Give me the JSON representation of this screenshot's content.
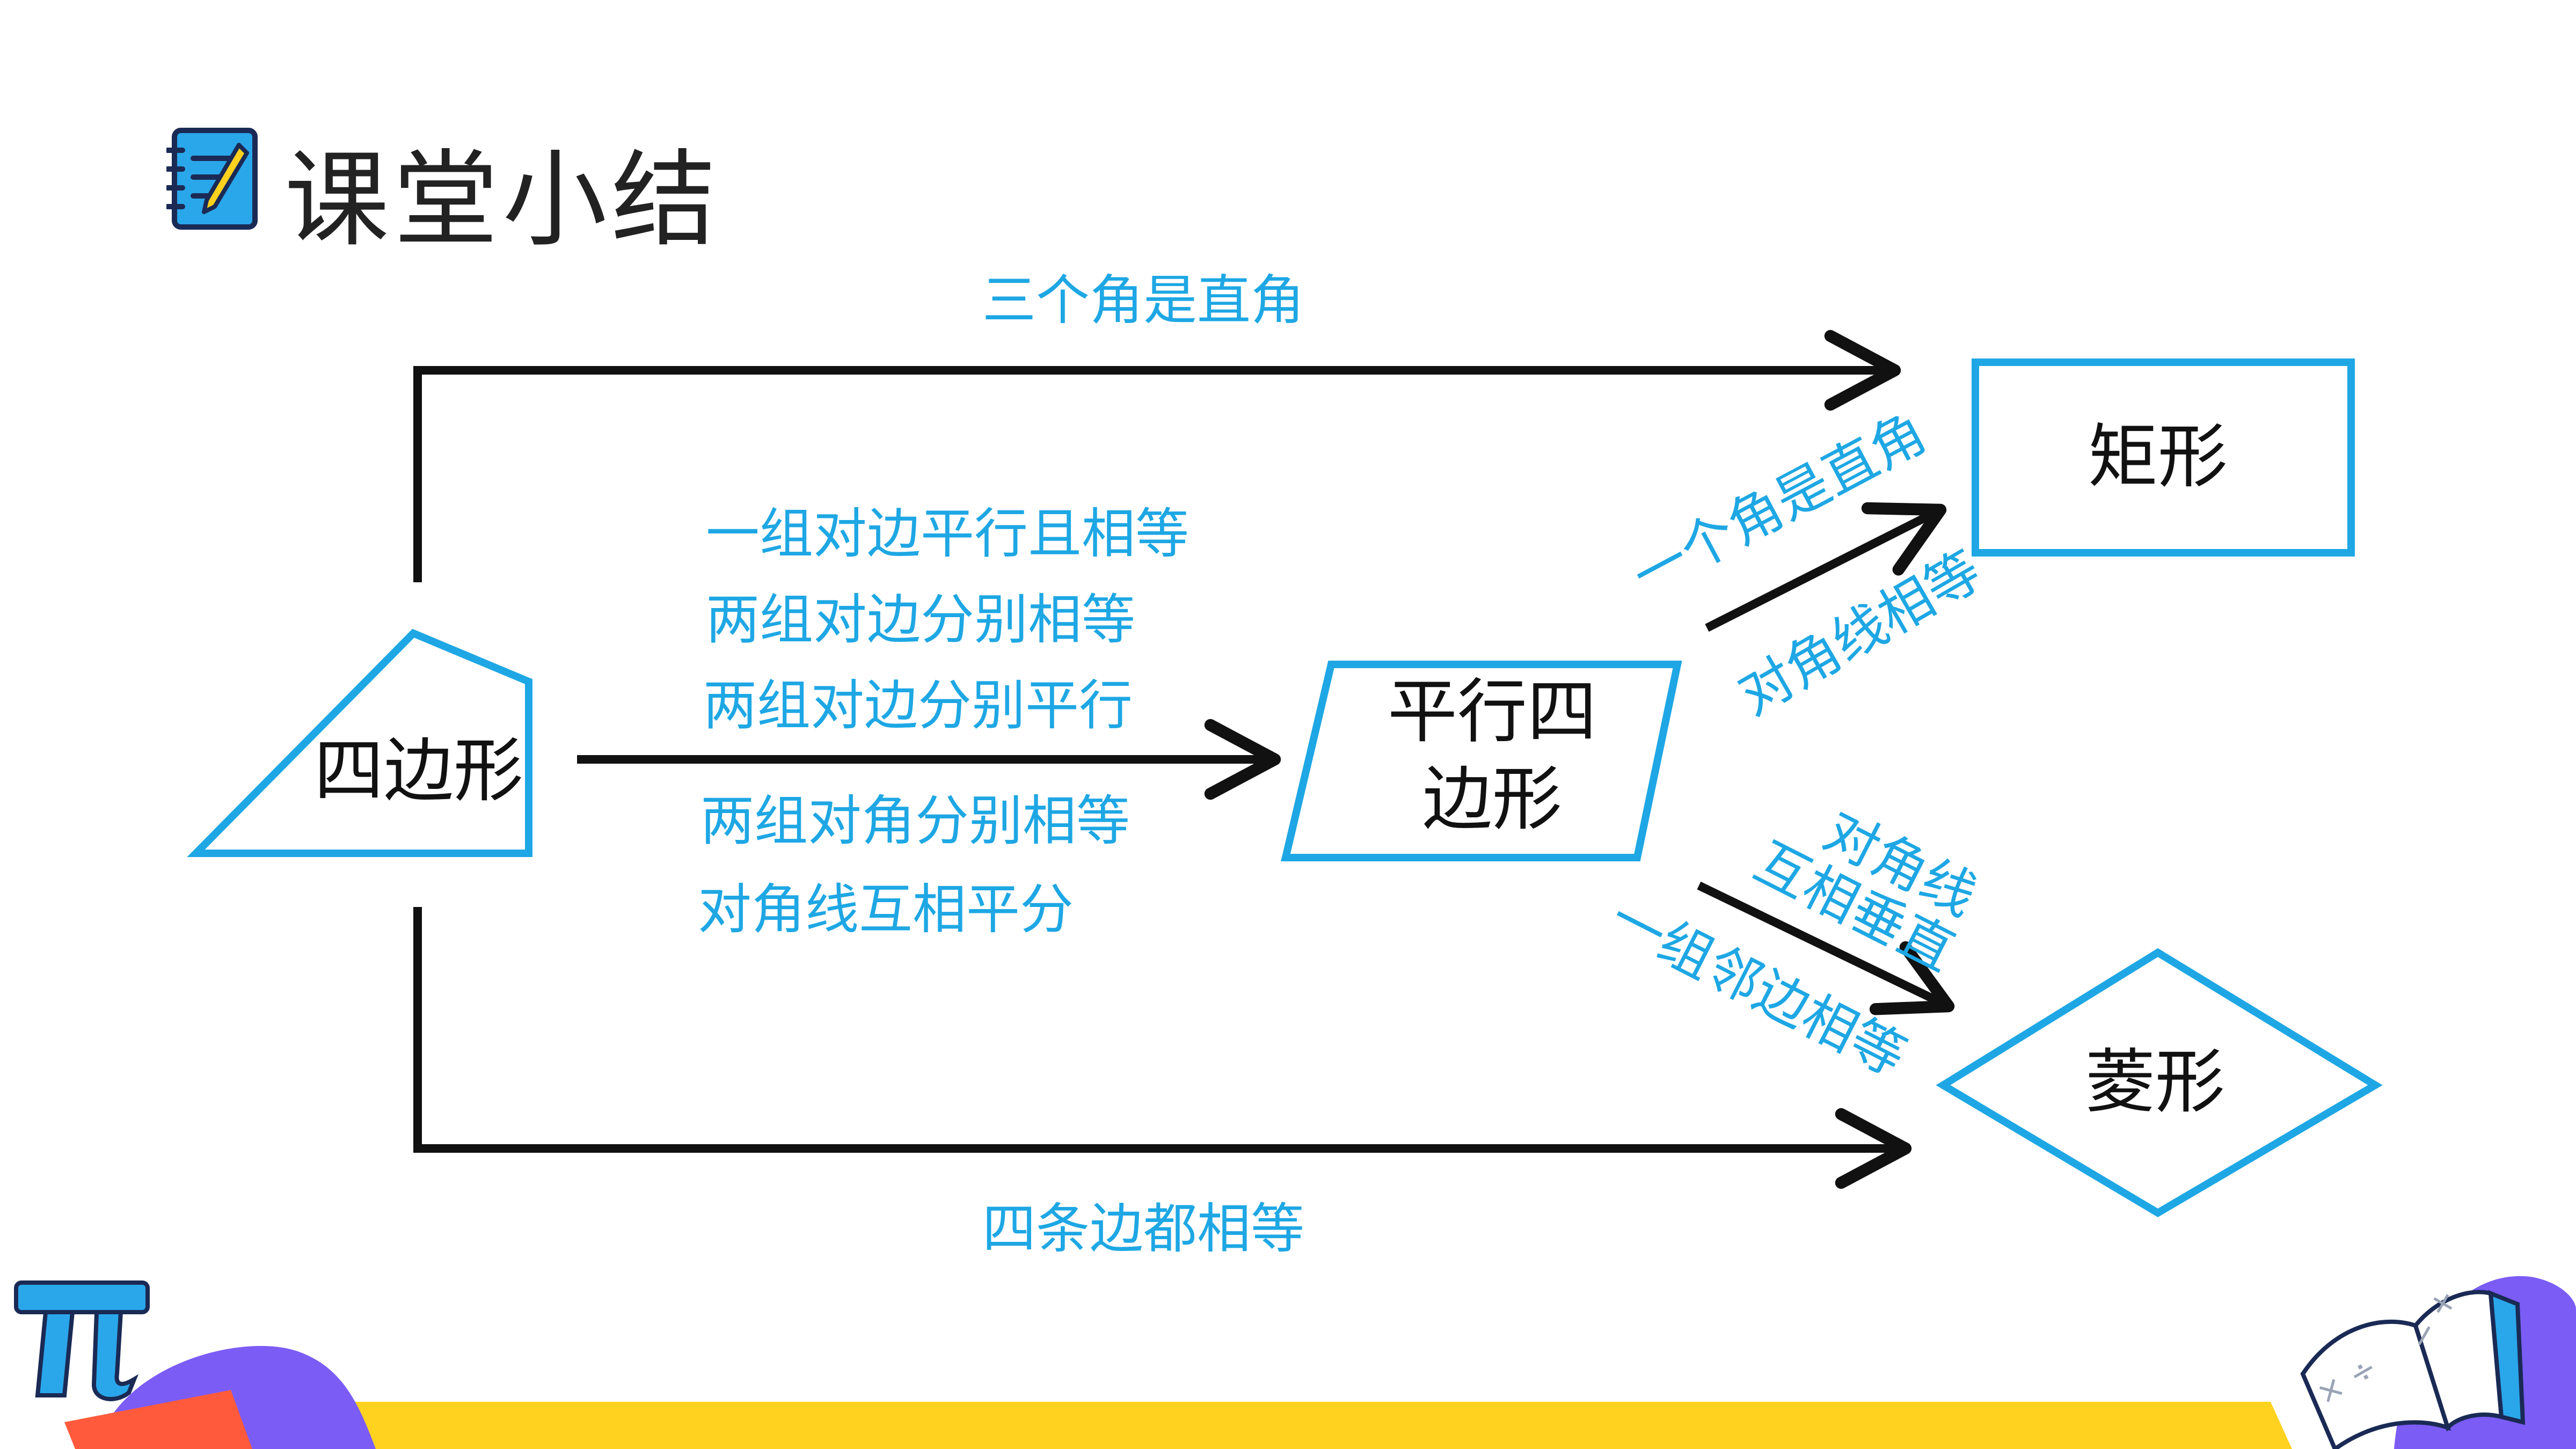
{
  "header": {
    "title": "课堂小结",
    "icon": "notebook-pencil-icon"
  },
  "nodes": {
    "quadrilateral": "四边形",
    "parallelogram_line1": "平行四",
    "parallelogram_line2": "边形",
    "rectangle": "矩形",
    "rhombus": "菱形"
  },
  "conditions": {
    "quad_to_rect": "三个角是直角",
    "quad_to_rhombus": "四条边都相等",
    "quad_to_para": [
      "一组对边平行且相等",
      "两组对边分别相等",
      "两组对边分别平行",
      "两组对角分别相等",
      "对角线互相平分"
    ],
    "para_to_rect_1": "一个角是直角",
    "para_to_rect_2": "对角线相等",
    "para_to_rhombus_1": "对角线",
    "para_to_rhombus_2": "互相垂直",
    "para_to_rhombus_3": "一组邻边相等"
  },
  "decorations": {
    "bottom_left": "pi-symbol-icon",
    "bottom_right": "open-book-icon"
  },
  "colors": {
    "accent_blue": "#1ea7e4",
    "arrow_black": "#111111",
    "footer_yellow": "#ffd21f",
    "footer_purple": "#7b5cf5"
  }
}
